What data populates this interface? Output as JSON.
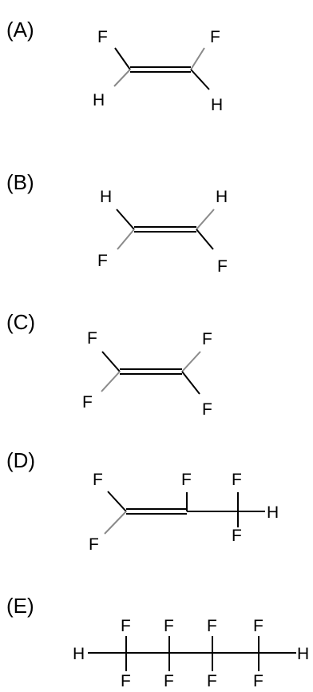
{
  "options": [
    {
      "label": "(A)"
    },
    {
      "label": "(B)"
    },
    {
      "label": "(C)"
    },
    {
      "label": "(D)"
    },
    {
      "label": "(E)"
    }
  ],
  "atoms": {
    "fluorine": "F",
    "hydrogen": "H"
  },
  "colors": {
    "ink": "#000000",
    "soft_bond": "#8a8a8a",
    "background": "#ffffff"
  }
}
